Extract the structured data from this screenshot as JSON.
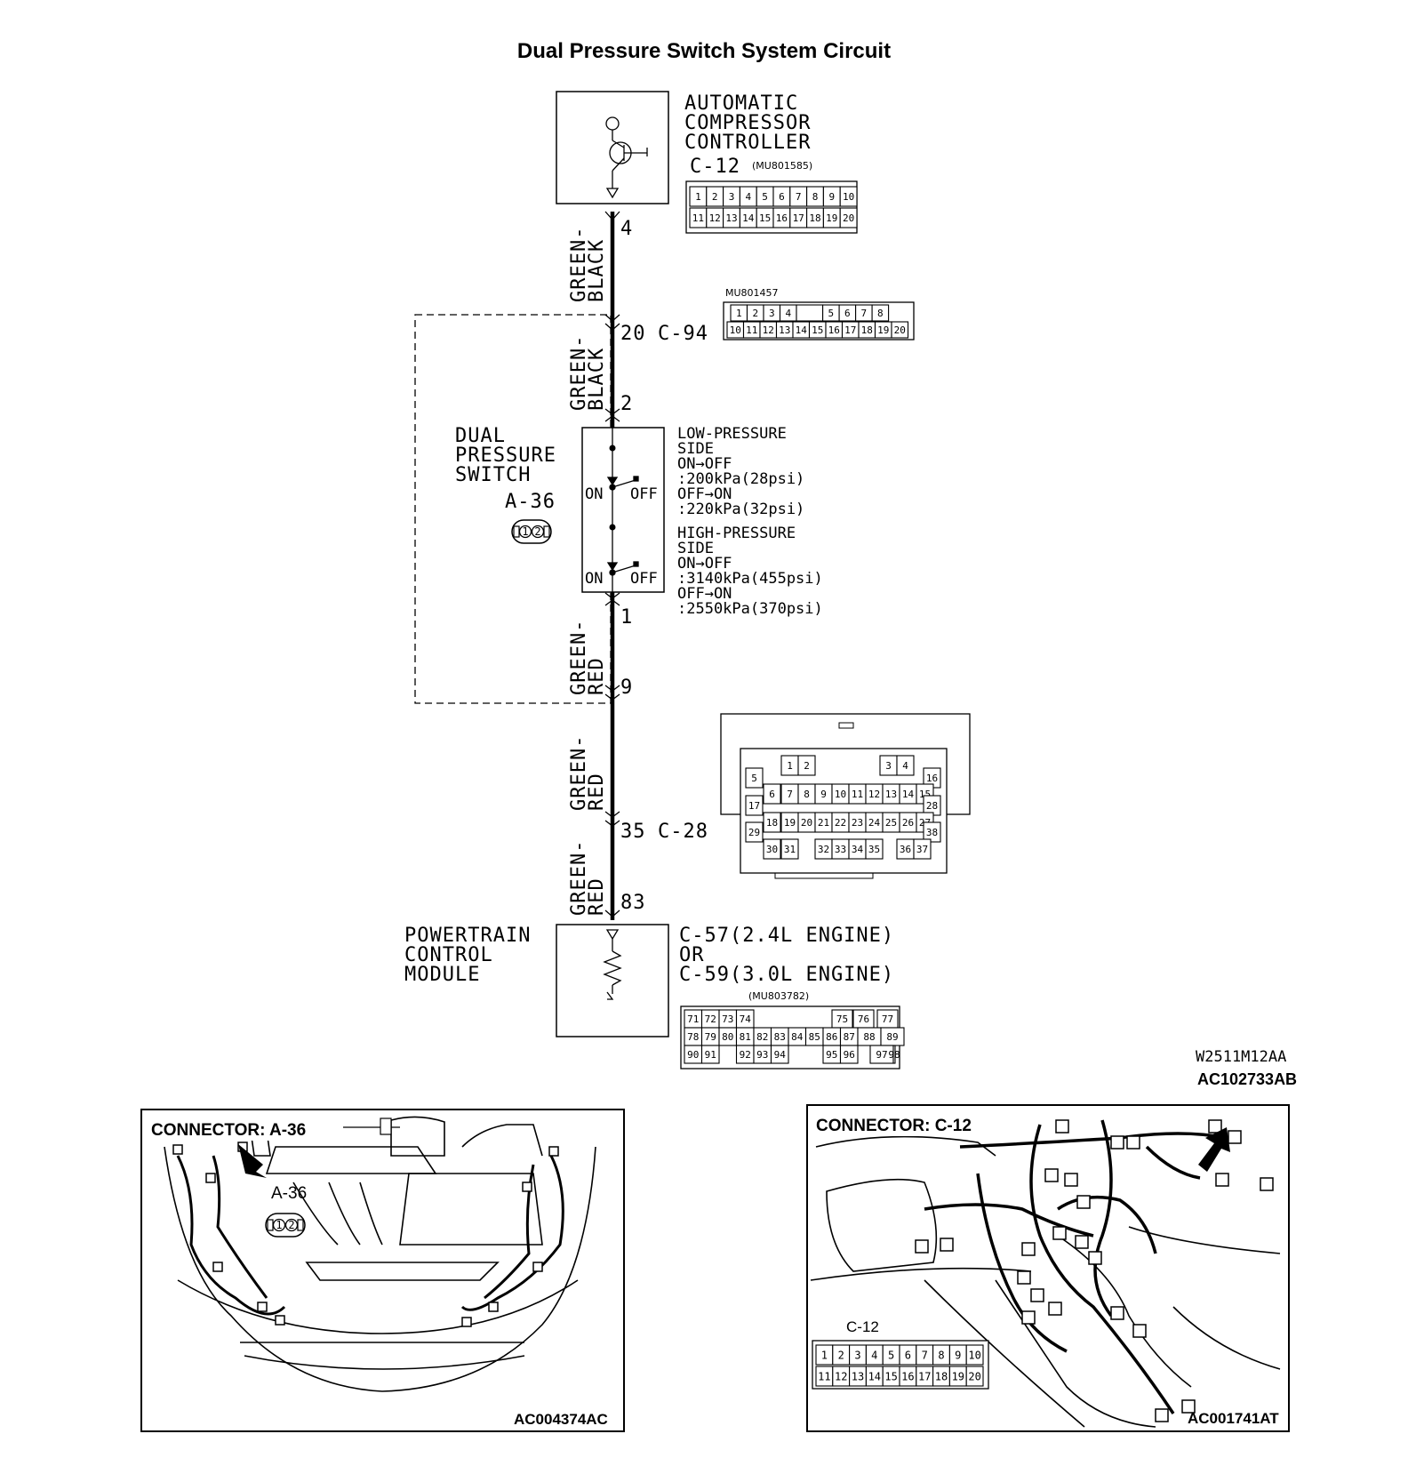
{
  "title": "Dual Pressure Switch System Circuit",
  "acc": {
    "lines": [
      "AUTOMATIC",
      "COMPRESSOR",
      "CONTROLLER"
    ],
    "connector": "C-12",
    "part": "(MU801585)",
    "pins_row1": [
      "1",
      "2",
      "3",
      "4",
      "5",
      "6",
      "7",
      "8",
      "9",
      "10"
    ],
    "pins_row2": [
      "11",
      "12",
      "13",
      "14",
      "15",
      "16",
      "17",
      "18",
      "19",
      "20"
    ]
  },
  "wires": [
    {
      "name": "GREEN-BLACK",
      "lines": [
        "GREEN-",
        "BLACK"
      ]
    },
    {
      "name": "GREEN-BLACK",
      "lines": [
        "GREEN-",
        "BLACK"
      ]
    },
    {
      "name": "GREEN-RED",
      "lines": [
        "GREEN-",
        "RED"
      ]
    },
    {
      "name": "GREEN-RED",
      "lines": [
        "GREEN-",
        "RED"
      ]
    },
    {
      "name": "GREEN-RED",
      "lines": [
        "GREEN-",
        "RED"
      ]
    }
  ],
  "terminals": {
    "t4": "4",
    "t20": "20",
    "c94": "C-94",
    "t2": "2",
    "t1": "1",
    "t9": "9",
    "t35": "35",
    "c28": "C-28",
    "t83": "83"
  },
  "c94_part": "MU801457",
  "c94_pins_row1": [
    "1",
    "2",
    "3",
    "4",
    "",
    "5",
    "6",
    "7",
    "8"
  ],
  "c94_pins_row2": [
    "10",
    "11",
    "12",
    "13",
    "14",
    "15",
    "16",
    "17",
    "18",
    "19",
    "20"
  ],
  "switch": {
    "lines": [
      "DUAL",
      "PRESSURE",
      "SWITCH"
    ],
    "connector": "A-36",
    "pin_labels": [
      "1",
      "2"
    ],
    "on": "ON",
    "off": "OFF",
    "spec_lines": [
      "LOW-PRESSURE",
      "SIDE",
      "ON→OFF",
      ":200kPa(28psi)",
      "OFF→ON",
      ":220kPa(32psi)",
      "HIGH-PRESSURE",
      "SIDE",
      "ON→OFF",
      ":3140kPa(455psi)",
      "OFF→ON",
      ":2550kPa(370psi)"
    ]
  },
  "c28_pins": [
    "1",
    "2",
    "3",
    "4",
    "5",
    "16",
    "6",
    "7",
    "8",
    "9",
    "10",
    "11",
    "12",
    "13",
    "14",
    "15",
    "17",
    "28",
    "18",
    "19",
    "20",
    "21",
    "22",
    "23",
    "24",
    "25",
    "26",
    "27",
    "29",
    "38",
    "30",
    "31",
    "32",
    "33",
    "34",
    "35",
    "36",
    "37"
  ],
  "pcm": {
    "lines": [
      "POWERTRAIN",
      "CONTROL",
      "MODULE"
    ],
    "conn_lines": [
      "C-57(2.4L ENGINE)",
      "OR",
      "C-59(3.0L ENGINE)"
    ],
    "part": "(MU803782)",
    "pins_row1": [
      "71",
      "72",
      "73",
      "74",
      "75",
      "76",
      "77"
    ],
    "pins_row2": [
      "78",
      "79",
      "80",
      "81",
      "82",
      "83",
      "84",
      "85",
      "86",
      "87",
      "88",
      "89"
    ],
    "pins_row3": [
      "90",
      "91",
      "92",
      "93",
      "94",
      "95",
      "96",
      "97",
      "98"
    ]
  },
  "codes": {
    "small": "W2511M12AA",
    "bold": "AC102733AB"
  },
  "panel_a": {
    "header": "CONNECTOR: A-36",
    "label": "A-36",
    "pin_labels": [
      "1",
      "2"
    ],
    "code": "AC004374AC"
  },
  "panel_c": {
    "header": "CONNECTOR: C-12",
    "label": "C-12",
    "pins_row1": [
      "1",
      "2",
      "3",
      "4",
      "5",
      "6",
      "7",
      "8",
      "9",
      "10"
    ],
    "pins_row2": [
      "11",
      "12",
      "13",
      "14",
      "15",
      "16",
      "17",
      "18",
      "19",
      "20"
    ],
    "code": "AC001741AT"
  }
}
